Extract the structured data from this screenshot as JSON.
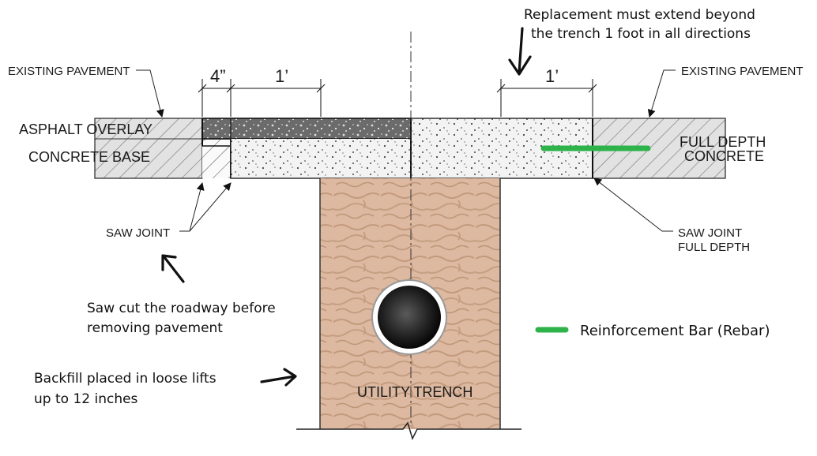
{
  "labels": {
    "existing_pavement_left": "EXISTING PAVEMENT",
    "existing_pavement_right": "EXISTING PAVEMENT",
    "asphalt_overlay": "ASPHALT OVERLAY",
    "concrete_base": "CONCRETE BASE",
    "full_depth": "FULL DEPTH",
    "concrete": "CONCRETE",
    "saw_joint": "SAW JOINT",
    "saw_joint_right_1": "SAW JOINT",
    "saw_joint_right_2": "FULL DEPTH",
    "utility_trench": "UTILITY TRENCH"
  },
  "dimensions": {
    "four_inch": "4”",
    "one_foot_left": "1’",
    "one_foot_right": "1’"
  },
  "annotations": {
    "replacement_line1": "Replacement must extend beyond",
    "replacement_line2": "the trench 1 foot in all directions",
    "saw_cut_line1": "Saw cut the roadway before",
    "saw_cut_line2": "removing pavement",
    "backfill_line1": "Backfill placed in loose lifts",
    "backfill_line2": "up to 12 inches"
  },
  "legend": {
    "rebar_label": "Reinforcement Bar (Rebar)",
    "rebar_color": "#2db34a"
  },
  "colors": {
    "soil": "#dcb9a0",
    "soil_dark": "#c99c7f",
    "asphalt": "#6e6e6e",
    "concrete_fill": "#f1f1f1",
    "existing_hatch": "#d0d0d0"
  }
}
